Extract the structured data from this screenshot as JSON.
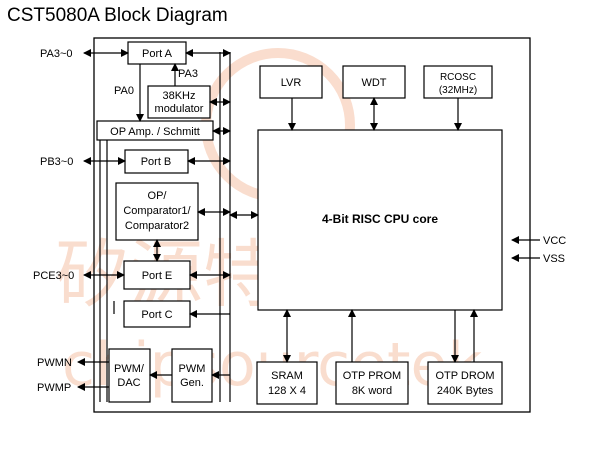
{
  "title": "CST5080A Block Diagram",
  "watermark": {
    "cn": "矽源特科技",
    "url": "chipsourcetek",
    "color": "#f3b493"
  },
  "pins_left": {
    "pa": "PA3~0",
    "pb": "PB3~0",
    "pce": "PCE3~0",
    "pwmn": "PWMN",
    "pwmp": "PWMP"
  },
  "pins_right": {
    "vcc": "VCC",
    "vss": "VSS"
  },
  "blocks": {
    "port_a": "Port A",
    "modulator_line1": "38KHz",
    "modulator_line2": "modulator",
    "opamp": "OP Amp. / Schmitt",
    "port_b": "Port B",
    "comp_line1": "OP/",
    "comp_line2": "Comparator1/",
    "comp_line3": "Comparator2",
    "port_e": "Port E",
    "port_c": "Port C",
    "pwm_dac_line1": "PWM/",
    "pwm_dac_line2": "DAC",
    "pwm_gen_line1": "PWM",
    "pwm_gen_line2": "Gen.",
    "lvr": "LVR",
    "wdt": "WDT",
    "rcosc_line1": "RCOSC",
    "rcosc_line2": "(32MHz)",
    "cpu": "4-Bit RISC CPU core",
    "sram_line1": "SRAM",
    "sram_line2": "128 X 4",
    "prom_line1": "OTP PROM",
    "prom_line2": "8K word",
    "drom_line1": "OTP DROM",
    "drom_line2": "240K Bytes"
  },
  "signals": {
    "pa0": "PA0",
    "pa3": "PA3"
  }
}
